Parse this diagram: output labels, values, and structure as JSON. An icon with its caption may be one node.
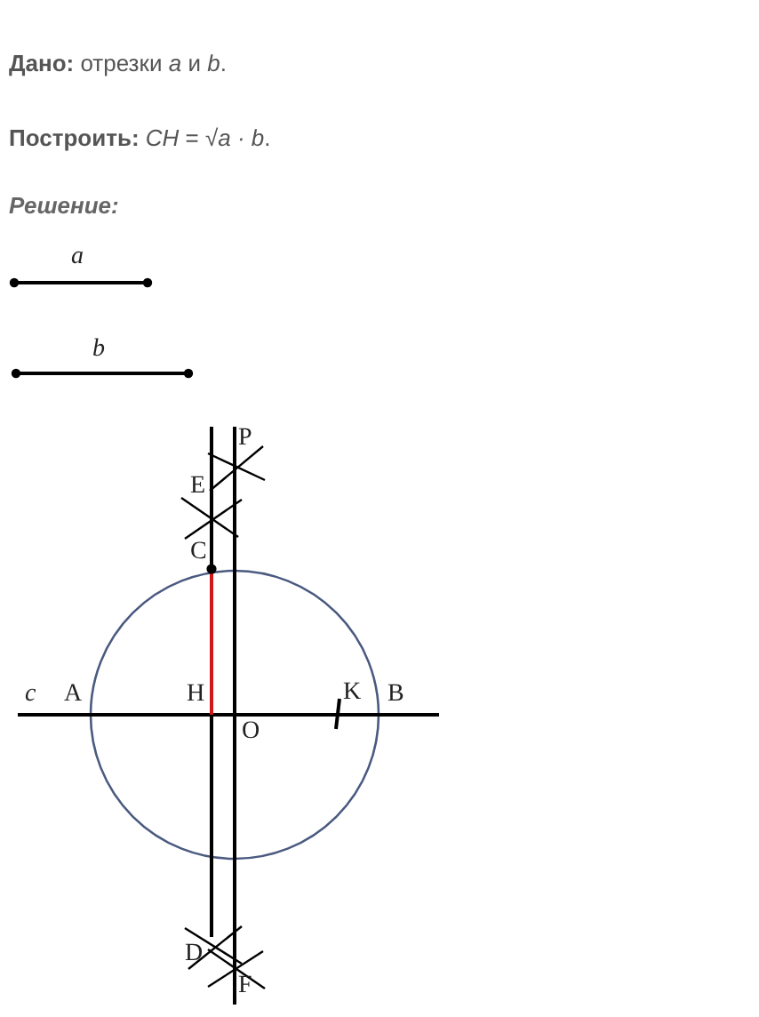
{
  "diagram": {
    "labels": [
      "**Дано:** отрезки *a* и *b*.",
      "**Построить:** *CH* = √*a · b*.",
      "Решение:",
      "a",
      "b",
      "P",
      "E",
      "C",
      "c",
      "A",
      "H",
      "K",
      "B",
      "O",
      "D",
      "F"
    ]
  }
}
